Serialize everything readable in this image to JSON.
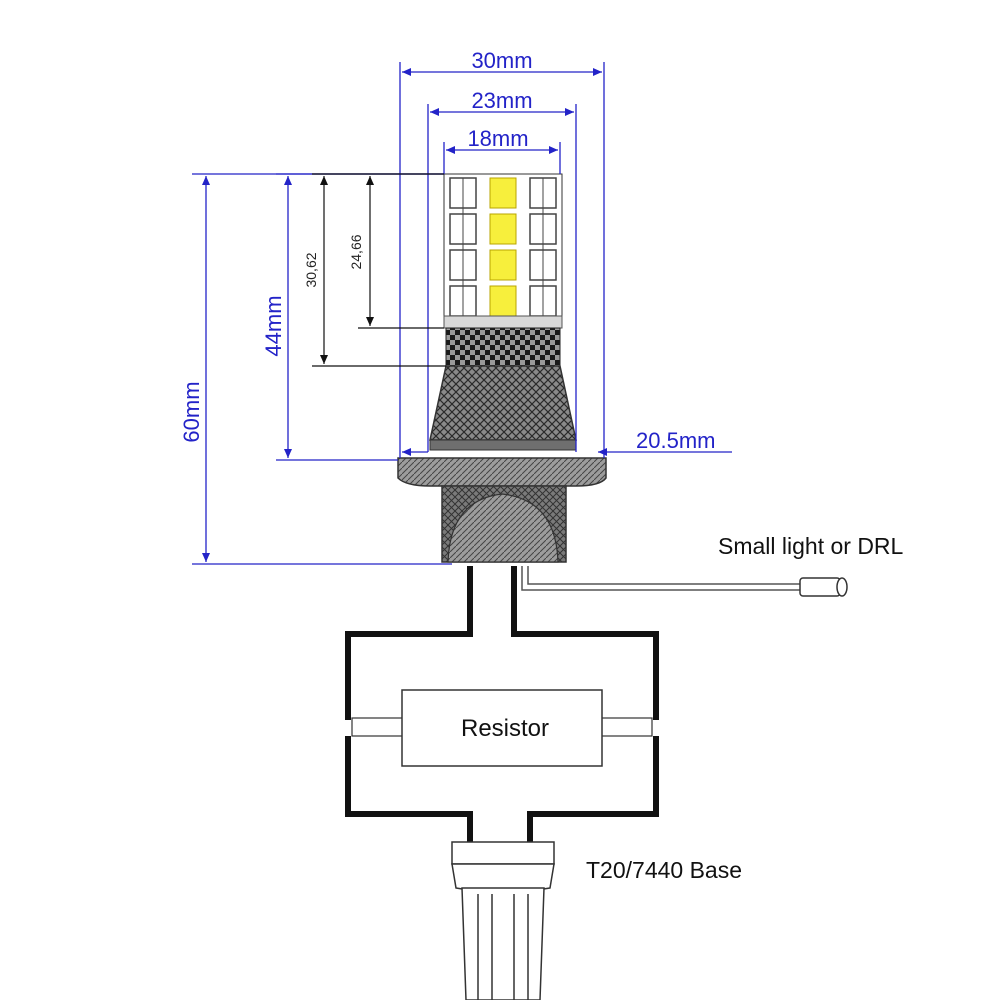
{
  "dimensions": {
    "total_width": "30mm",
    "mid_width": "23mm",
    "led_width": "18mm",
    "total_height": "60mm",
    "body_height": "44mm",
    "h1": "30,62",
    "h2": "24,66",
    "base_width": "20.5mm"
  },
  "labels": {
    "drl": "Small light or DRL",
    "resistor": "Resistor",
    "base": "T20/7440 Base"
  },
  "colors": {
    "dimension": "#2323c8",
    "led_white": "#ffffff",
    "led_yellow": "#f7ef3c",
    "body_gray": "#6e6e6e",
    "wire": "#111111"
  }
}
